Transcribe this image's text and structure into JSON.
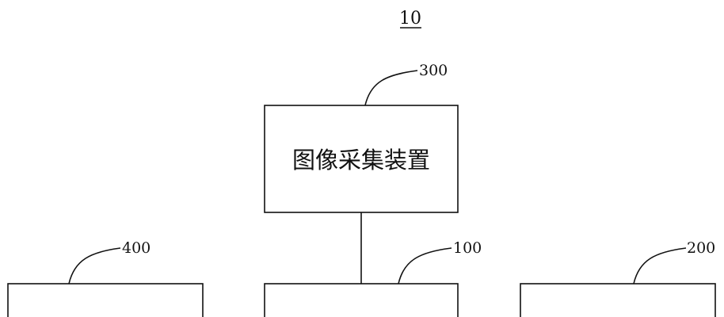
{
  "figure": {
    "number": "10"
  },
  "blocks": {
    "image_capture": {
      "label": "图像采集装置",
      "ref": "300"
    },
    "center": {
      "label": "",
      "ref": "100"
    },
    "left": {
      "label": "",
      "ref": "400"
    },
    "right": {
      "label": "",
      "ref": "200"
    }
  }
}
